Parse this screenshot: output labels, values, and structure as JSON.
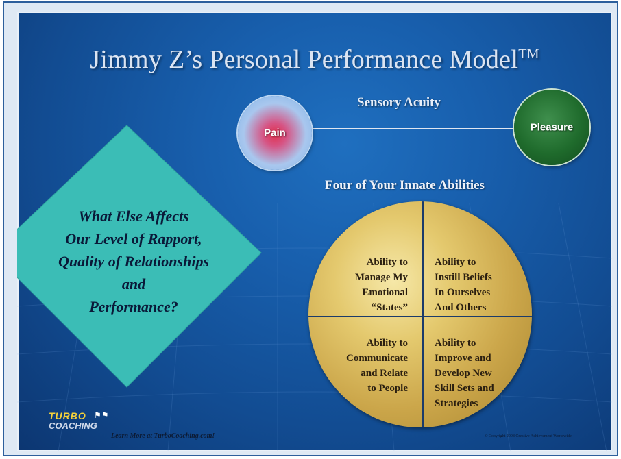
{
  "slide": {
    "title": "Jimmy Z’s Personal Performance Model",
    "title_mark": "TM",
    "sensory_label": "Sensory Acuity",
    "pain_label": "Pain",
    "pleasure_label": "Pleasure",
    "abilities_heading": "Four of Your Innate Abilities",
    "diamond_lines": [
      "What Else Affects",
      "Our Level of Rapport,",
      "Quality of Relationships",
      "and",
      "Performance?"
    ],
    "quadrants": {
      "top_left": [
        "Ability to",
        "Manage My",
        "Emotional",
        "“States”"
      ],
      "top_right": [
        "Ability to",
        "Instill Beliefs",
        "In Ourselves",
        "And Others"
      ],
      "bottom_left": [
        "Ability to",
        "Communicate",
        "and Relate",
        "to People"
      ],
      "bottom_right": [
        "Ability to",
        "Improve and",
        "Develop New",
        "Skill Sets and",
        "Strategies"
      ]
    },
    "logo": {
      "line1": "TURBO",
      "line2": "COACHING"
    },
    "learn_more": "Learn More at TurboCoaching.com!",
    "copyright": "© Copyright 2008 Creative Achievement Worldwide"
  },
  "colors": {
    "background": "#185fad",
    "diamond": "#3bbdb6",
    "gold": "#e4c96e",
    "pleasure": "#1f6b2c",
    "pain": "#e0304e"
  }
}
